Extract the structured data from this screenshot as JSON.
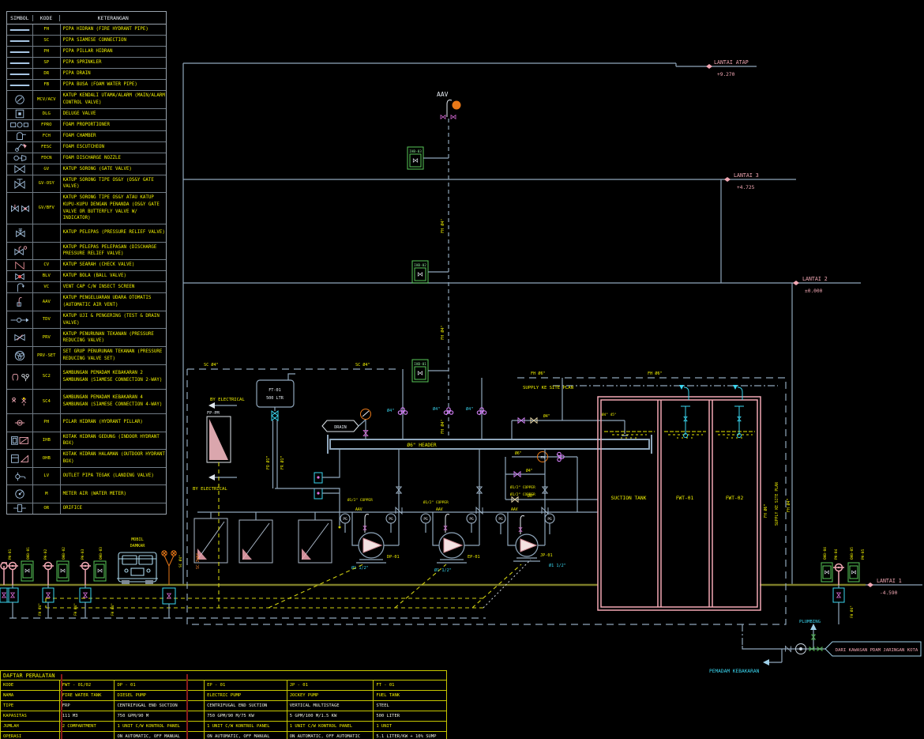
{
  "legend": {
    "headers": [
      "SIMBOL",
      "KODE",
      "KETERANGAN"
    ],
    "rows": [
      {
        "sym": "line",
        "code": "FH",
        "desc": "PIPA HIDRAN (FIRE HYDRANT PIPE)",
        "lines": 1
      },
      {
        "sym": "line",
        "code": "SC",
        "desc": "PIPA SIAMESE CONNECTION",
        "lines": 1
      },
      {
        "sym": "line",
        "code": "PH",
        "desc": "PIPA PILLAR HIDRAN",
        "lines": 1
      },
      {
        "sym": "line",
        "code": "SP",
        "desc": "PIPA SPRINKLER",
        "lines": 1
      },
      {
        "sym": "line",
        "code": "DR",
        "desc": "PIPA DRAIN",
        "lines": 1
      },
      {
        "sym": "line",
        "code": "FB",
        "desc": "PIPA BUSA (FOAM WATER PIPE)",
        "lines": 1
      },
      {
        "sym": "circleslash",
        "code": "MCV/ACV",
        "desc": "KATUP KENDALI UTAMA/ALARM (MAIN/ALARM CONTROL VALVE)",
        "lines": 2
      },
      {
        "sym": "squaredot",
        "code": "DLG",
        "desc": "DELUGE VALVE",
        "lines": 1
      },
      {
        "sym": "prop",
        "code": "FPRO",
        "desc": "FOAM PROPORTIONER",
        "lines": 1
      },
      {
        "sym": "chamber",
        "code": "FCH",
        "desc": "FOAM CHAMBER",
        "lines": 1
      },
      {
        "sym": "monitor",
        "code": "FESC",
        "desc": "FOAM ESCUTCHEON",
        "lines": 1
      },
      {
        "sym": "nozzle",
        "code": "FDCN",
        "desc": "FOAM DISCHARGE NOZZLE",
        "lines": 1
      },
      {
        "sym": "gate",
        "code": "GV",
        "desc": "KATUP SORONG (GATE VALVE)",
        "lines": 1
      },
      {
        "sym": "gateosy",
        "code": "GV-OSY",
        "desc": "KATUP SORONG TIPE OS&Y (OS&Y GATE VALVE)",
        "lines": 2
      },
      {
        "sym": "gatebfv",
        "code": "GV/BFV",
        "desc": "KATUP SORONG TIPE OS&Y ATAU KATUP KUPU-KUPU DENGAN PENANDA (OS&Y GATE VALVE OR BUTTERFLY VALVE W/ INDICATOR)",
        "lines": 4
      },
      {
        "sym": "relief",
        "code": "",
        "desc": "KATUP PELEPAS (PRESSURE RELIEF VALVE)",
        "lines": 2
      },
      {
        "sym": "relief2",
        "code": "",
        "desc": "KATUP PELEPAS PELEPASAN (DISCHARGE PRESSURE RELIEF VALVE)",
        "lines": 2
      },
      {
        "sym": "check",
        "code": "CV",
        "desc": "KATUP SEARAH (CHECK VALVE)",
        "lines": 1
      },
      {
        "sym": "ball",
        "code": "BLV",
        "desc": "KATUP BOLA (BALL VALVE)",
        "lines": 1
      },
      {
        "sym": "ventcap",
        "code": "VC",
        "desc": "VENT CAP C/W INSECT SCREEN",
        "lines": 1
      },
      {
        "sym": "aav",
        "code": "AAV",
        "desc": "KATUP PENGELUARAN UDARA OTOMATIS (AUTOMATIC AIR VENT)",
        "lines": 2
      },
      {
        "sym": "tdv",
        "code": "TDV",
        "desc": "KATUP UJI & PENGERING (TEST & DRAIN VALVE)",
        "lines": 2
      },
      {
        "sym": "prv",
        "code": "PRV",
        "desc": "KATUP PENURUNAN TEKANAN (PRESSURE REDUCING VALVE)",
        "lines": 2
      },
      {
        "sym": "prvset",
        "code": "PRV-SET",
        "desc": "SET GRUP PENURUNAN TEKANAN (PRESSURE REDUCING VALVE SET)",
        "lines": 2
      },
      {
        "sym": "sc2",
        "code": "SC2",
        "desc": "SAMBUNGAN PEMADAM KEBAKARAN 2 SAMBUNGAN (SIAMESE CONNECTION 2-WAY)",
        "lines": 3
      },
      {
        "sym": "sc4",
        "code": "SC4",
        "desc": "SAMBUNGAN PEMADAM KEBAKARAN 4 SAMBUNGAN (SIAMESE CONNECTION 4-WAY)",
        "lines": 3
      },
      {
        "sym": "pillar",
        "code": "PH",
        "desc": "PILAR HIDRAN (HYDRANT PILLAR)",
        "lines": 2
      },
      {
        "sym": "ihb",
        "code": "IHB",
        "desc": "KOTAK HIDRAN GEDUNG (INDOOR HYDRANT BOX)",
        "lines": 2
      },
      {
        "sym": "ohb",
        "code": "OHB",
        "desc": "KOTAK HIDRAN HALAMAN (OUTDOOR HYDRANT BOX)",
        "lines": 2
      },
      {
        "sym": "lv",
        "code": "LV",
        "desc": "OUTLET PIPA TEGAK (LANDING VALVE)",
        "lines": 2
      },
      {
        "sym": "meter",
        "code": "M",
        "desc": "METER AIR (WATER METER)",
        "lines": 2
      },
      {
        "sym": "orifice",
        "code": "OR",
        "desc": "ORIFICE",
        "lines": 1
      }
    ]
  },
  "equipment": {
    "title": "DAFTAR PERALATAN",
    "row_labels": [
      "KODE",
      "NAMA",
      "TIPE",
      "KAPASITAS",
      "JUMLAH",
      "OPERASI"
    ],
    "columns": [
      {
        "cells": [
          "FWT - 01/02",
          "FIRE WATER TANK",
          "FRP",
          "111 M3",
          "2 COMPARTMENT",
          ""
        ]
      },
      {
        "cells": [
          "DP - 01",
          "DIESEL PUMP",
          "CENTRIFUGAL END SUCTION",
          "750 GPM/90 M",
          "1 UNIT C/W KONTROL PANEL",
          "ON AUTOMATIC, OFF MANUAL"
        ]
      },
      {
        "cells": [
          "EP - 01",
          "ELECTRIC PUMP",
          "CENTRIFUGAL END SUCTION",
          "750 GPM/90 M/75 KW",
          "1 UNIT C/W KONTROL PANEL",
          "ON AUTOMATIC, OFF MANUAL"
        ]
      },
      {
        "cells": [
          "JP - 01",
          "JOCKEY PUMP",
          "VERTICAL MULTISTAGE",
          "5 GPM/100 M/1.5 KW",
          "1 UNIT C/W KONTROL PANEL",
          "ON AUTOMATIC, OFF AUTOMATIC"
        ]
      },
      {
        "cells": [
          "FT - 01",
          "FUEL TANK",
          "STEEL",
          "500 LITER",
          "1 UNIT",
          "5.1 LITER/KW + 10% SUMP"
        ]
      }
    ]
  },
  "levels": [
    {
      "name": "LANTAI ATAP",
      "elev": "+9.270"
    },
    {
      "name": "LANTAI 3",
      "elev": "+4.725"
    },
    {
      "name": "LANTAI 2",
      "elev": "±0.000"
    },
    {
      "name": "LANTAI 1",
      "elev": "-4.590"
    }
  ],
  "diagram": {
    "aav_label": "AAV",
    "header_label": "Ø6\" HEADER",
    "drain_label": "DRAIN",
    "fm_label": "FM",
    "pg_label": "PG",
    "riser_label": "FH Ø4\"",
    "sc_pipe_label": "SC Ø4\"",
    "fh6_label": "FH Ø6\"",
    "supply_site_label": "SUPPLY KE SITE PLAN",
    "copper_label": "Ø1/2\" COPPER",
    "pipe_1half": "Ø1 1/2\"",
    "pipe4": "Ø4\"",
    "pipe6": "Ø6\"",
    "by_electrical": "BY ELECTRICAL",
    "panel_label": "FP-PM",
    "fuel_tank_line1": "FT-01",
    "fuel_tank_line2": "500 LTR",
    "fo_label": "FO Ø1\"",
    "fr_label": "FR Ø1\"",
    "truck_label_1": "MOBIL",
    "truck_label_2": "DAMKAR",
    "sc2way_label": "SC 2WAY",
    "vent45_label": "Ø4\" 45°",
    "plumbing_label": "PLUMBING",
    "pemadam_label": "PEMADAM KEBAKARAN",
    "banner_label": "DARI KAWASAN PDAM JARINGAN KOTA",
    "pumps": [
      {
        "label": "DP-01"
      },
      {
        "label": "EP-01"
      },
      {
        "label": "JP-01"
      }
    ],
    "tanks": [
      {
        "label": "SUCTION TANK"
      },
      {
        "label": "FWT-01"
      },
      {
        "label": "FWT-02"
      }
    ],
    "ihb": [
      "IHB-03",
      "IHB-02",
      "IHB-01"
    ],
    "hydrants_left": [
      {
        "ph": "PH-01",
        "ohb": "OHB-01"
      },
      {
        "ph": "PH-02",
        "ohb": "OHB-02"
      },
      {
        "ph": "PH-03",
        "ohb": "OHB-03"
      }
    ],
    "hydrants_right": [
      {
        "ph": "PH-04",
        "ohb": "OHB-04"
      },
      {
        "ph": "PH-05",
        "ohb": "OHB-05"
      }
    ]
  },
  "colors": {
    "background": "#000000",
    "pipe": "#8fa6bb",
    "label_yellow": "#f0f000",
    "label_cyan": "#3ad6f0",
    "pink": "#f2a8b4",
    "green": "#58c858",
    "orange": "#e87818",
    "magenta": "#e070e0",
    "table_yellow": "#c8c800",
    "red_overlay": "#8a1a1a",
    "electrical_yellow": "#cfcf10"
  }
}
